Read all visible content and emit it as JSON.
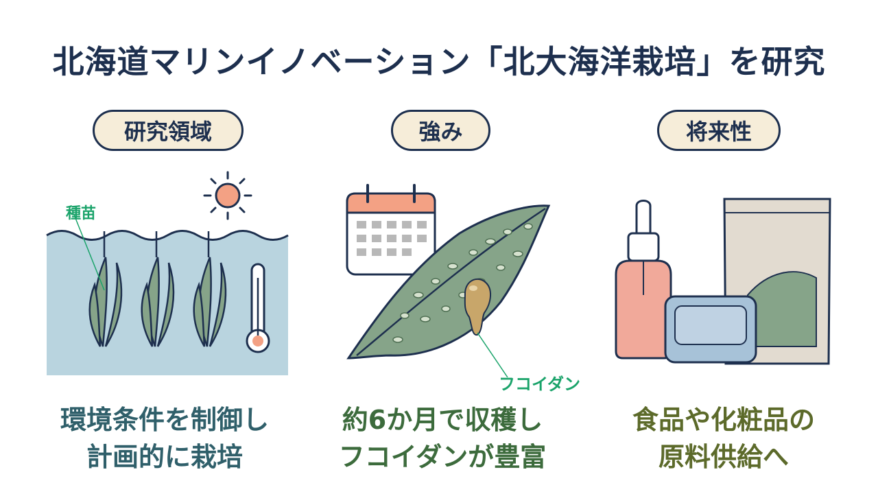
{
  "title": "北海道マリンイノベーション「北大海洋栽培」を研究",
  "sections": [
    {
      "heading": "研究領域",
      "label": "種苗",
      "caption": [
        "環境条件を制御し",
        "計画的に栽培"
      ]
    },
    {
      "heading": "強み",
      "label": "フコイダン",
      "caption": [
        "約6か月で収穫し",
        "フコイダンが豊富"
      ]
    },
    {
      "heading": "将来性",
      "caption": [
        "食品や化粧品の",
        "原料供給へ"
      ]
    }
  ],
  "icons": [
    "sun-icon",
    "seaweed-icon",
    "thermometer-icon",
    "calendar-icon",
    "kelp-leaf-icon",
    "fucoidan-droplet-icon",
    "dropper-bottle-icon",
    "soap-bar-icon",
    "powder-pouch-icon"
  ],
  "colors": {
    "title": "#1d2f4e",
    "pill_background": "#f6edd9",
    "water": "#b9d4df",
    "seaweed": "#86a489",
    "label_green": "#1aa36a",
    "caption_1": "#2f5f6a",
    "caption_2": "#3c6b3c",
    "caption_3": "#5c6a2a"
  }
}
